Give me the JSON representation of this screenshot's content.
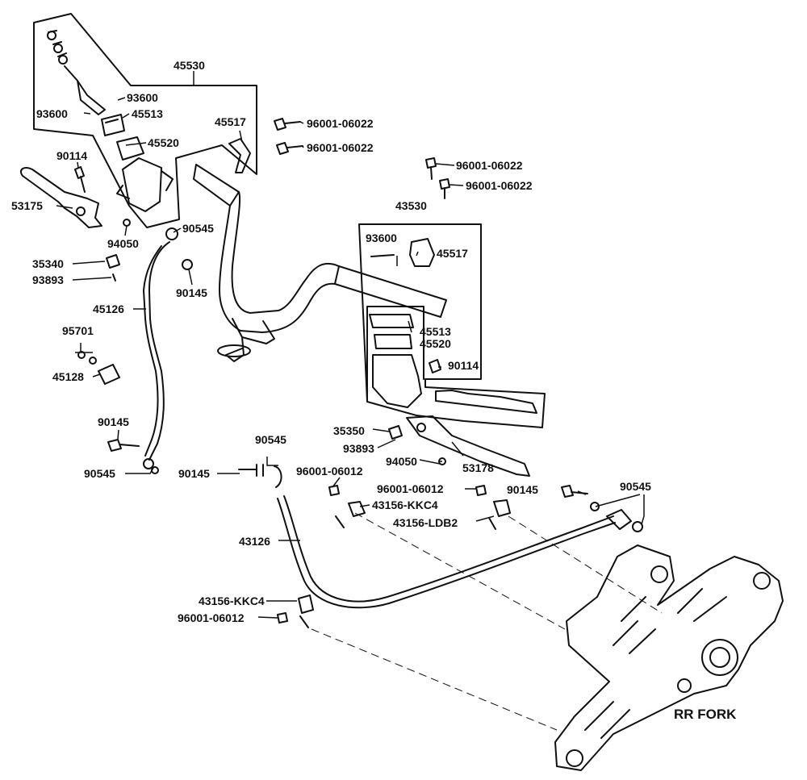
{
  "colors": {
    "ink": "#111111",
    "background": "#ffffff"
  },
  "labels": {
    "l45530": "45530",
    "l93600a": "93600",
    "l93600b": "93600",
    "l45513a": "45513",
    "l45520a": "45520",
    "l45517a": "45517",
    "l90114a": "90114",
    "l53175": "53175",
    "l94050a": "94050",
    "l90545a": "90545",
    "l90145a": "90145",
    "l35340": "35340",
    "l93893a": "93893",
    "l45126": "45126",
    "l95701": "95701",
    "l45128": "45128",
    "l90145b": "90145",
    "l90545b": "90545",
    "l96001a": "96001-06022",
    "l96001b": "96001-06022",
    "l96001c": "96001-06022",
    "l96001d": "96001-06022",
    "l43530": "43530",
    "l93600c": "93600",
    "l45517b": "45517",
    "l45513b": "45513",
    "l45520b": "45520",
    "l90114b": "90114",
    "l35350": "35350",
    "l93893b": "93893",
    "l94050b": "94050",
    "l53178": "53178",
    "l90545c": "90545",
    "l90145c": "90145",
    "l96001e": "96001-06012",
    "l96001f": "96001-06012",
    "l43156a": "43156-KKC4",
    "l43156b": "43156-LDB2",
    "l90145d": "90145",
    "l90545d": "90545",
    "l43126": "43126",
    "l43156c": "43156-KKC4",
    "l96001g": "96001-06012",
    "rrfork": "RR FORK"
  }
}
